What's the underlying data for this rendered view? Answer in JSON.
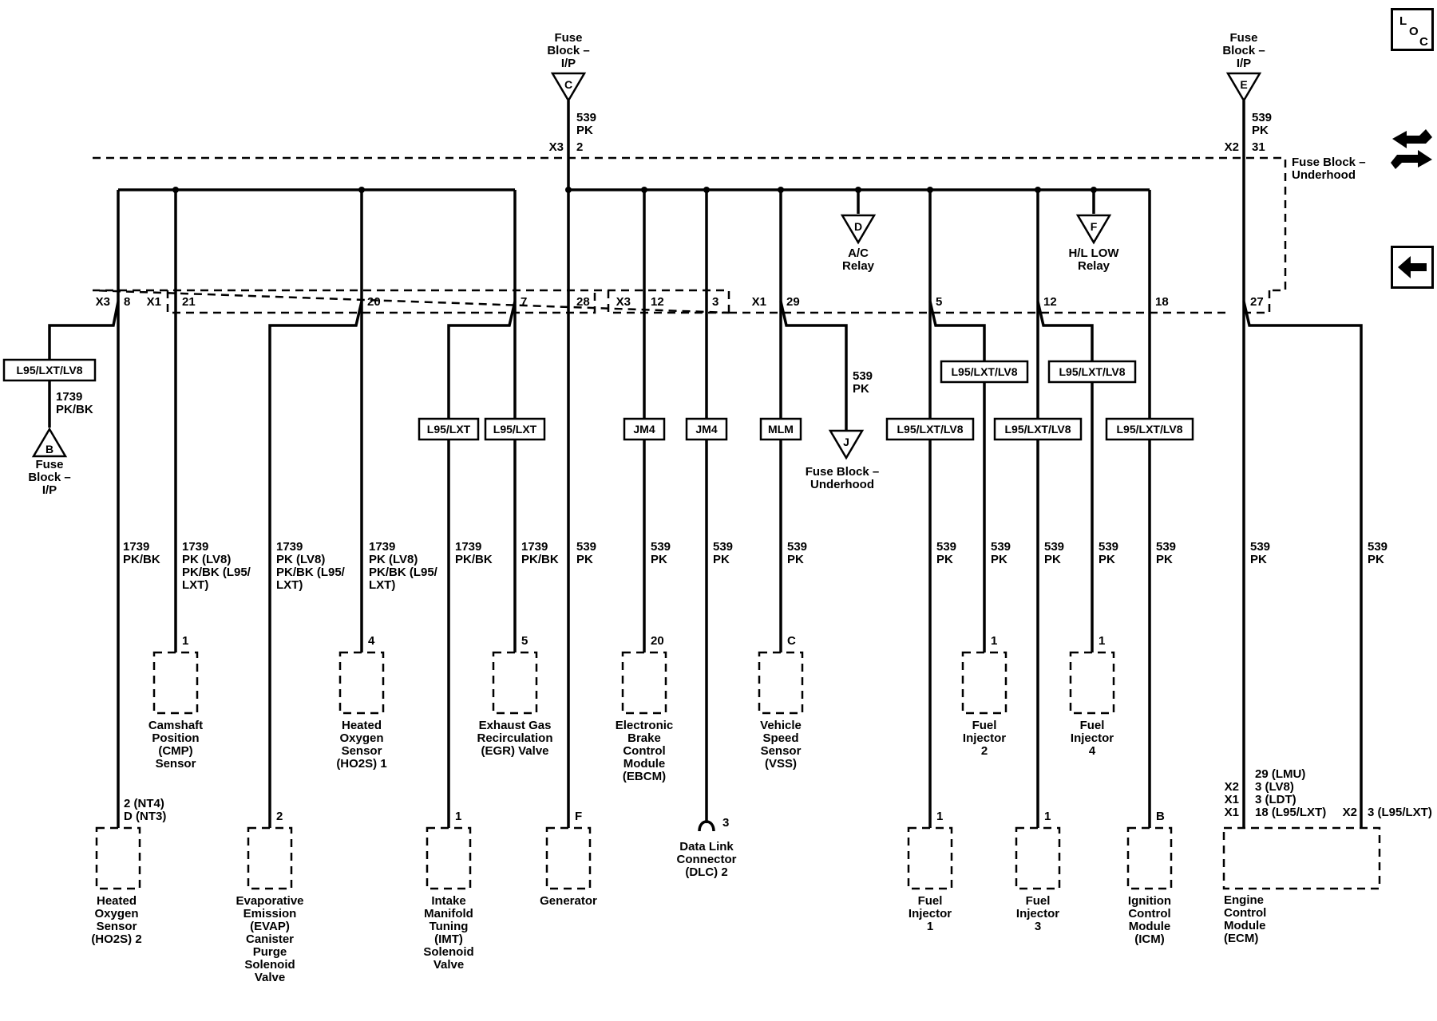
{
  "nav": {
    "loc_letters": [
      "L",
      "O",
      "C"
    ],
    "icons": [
      "locator-view-icon",
      "connector-end-view-icon",
      "back-arrow-icon"
    ]
  },
  "fuse_sources": [
    {
      "id": "c",
      "name_lines": [
        "Fuse",
        "Block –",
        "I/P"
      ],
      "letter": "C",
      "wire": [
        "539",
        "PK"
      ],
      "conn": "X3",
      "pin": "2"
    },
    {
      "id": "e",
      "name_lines": [
        "Fuse",
        "Block –",
        "I/P"
      ],
      "letter": "E",
      "wire": [
        "539",
        "PK"
      ],
      "conn": "X2",
      "pin": "31"
    }
  ],
  "underhood_block": {
    "name_lines": [
      "Fuse Block –",
      "Underhood"
    ],
    "relays": [
      {
        "letter": "D",
        "lines": [
          "A/C",
          "Relay"
        ]
      },
      {
        "letter": "F",
        "lines": [
          "H/L LOW",
          "Relay"
        ]
      }
    ],
    "pin_labels": [
      {
        "id": "x3a",
        "text": "X3"
      },
      {
        "id": "p8",
        "text": "8"
      },
      {
        "id": "x1a",
        "text": "X1"
      },
      {
        "id": "p21",
        "text": "21"
      },
      {
        "id": "p20",
        "text": "20"
      },
      {
        "id": "p7",
        "text": "7"
      },
      {
        "id": "p28",
        "text": "28"
      },
      {
        "id": "x3b",
        "text": "X3"
      },
      {
        "id": "p12a",
        "text": "12"
      },
      {
        "id": "p3",
        "text": "3"
      },
      {
        "id": "x1b",
        "text": "X1"
      },
      {
        "id": "p29",
        "text": "29"
      },
      {
        "id": "p5",
        "text": "5"
      },
      {
        "id": "p12b",
        "text": "12"
      },
      {
        "id": "p18",
        "text": "18"
      },
      {
        "id": "p27",
        "text": "27"
      }
    ]
  },
  "option_boxes": [
    {
      "id": "left",
      "text": "L95/LXT/LV8"
    },
    {
      "id": "imt",
      "text": "L95/LXT"
    },
    {
      "id": "egr",
      "text": "L95/LXT"
    },
    {
      "id": "ebcm",
      "text": "JM4"
    },
    {
      "id": "dlc",
      "text": "JM4"
    },
    {
      "id": "vss",
      "text": "MLM"
    },
    {
      "id": "inj1",
      "text": "L95/LXT/LV8"
    },
    {
      "id": "inj2",
      "text": "L95/LXT/LV8"
    },
    {
      "id": "inj3",
      "text": "L95/LXT/LV8"
    },
    {
      "id": "inj4",
      "text": "L95/LXT/LV8"
    },
    {
      "id": "icm",
      "text": "L95/LXT/LV8"
    }
  ],
  "side_circuits": [
    {
      "id": "b",
      "wire": [
        "1739",
        "PK/BK"
      ],
      "letter": "B",
      "name_lines": [
        "Fuse",
        "Block –",
        "I/P"
      ]
    },
    {
      "id": "j",
      "wire": [
        "539",
        "PK"
      ],
      "letter": "J",
      "name_lines": [
        "Fuse Block –",
        "Underhood"
      ]
    }
  ],
  "wire_labels": [
    {
      "id": "ho2s2",
      "lines": [
        "1739",
        "PK/BK"
      ]
    },
    {
      "id": "cmp",
      "lines": [
        "1739",
        "PK (LV8)",
        "PK/BK (L95/",
        "LXT)"
      ]
    },
    {
      "id": "evap",
      "lines": [
        "1739",
        "PK (LV8)",
        "PK/BK (L95/",
        "LXT)"
      ]
    },
    {
      "id": "ho2s1",
      "lines": [
        "1739",
        "PK (LV8)",
        "PK/BK (L95/",
        "LXT)"
      ]
    },
    {
      "id": "imt",
      "lines": [
        "1739",
        "PK/BK"
      ]
    },
    {
      "id": "egr",
      "lines": [
        "1739",
        "PK/BK"
      ]
    },
    {
      "id": "gen",
      "lines": [
        "539",
        "PK"
      ]
    },
    {
      "id": "ebcm",
      "lines": [
        "539",
        "PK"
      ]
    },
    {
      "id": "dlc",
      "lines": [
        "539",
        "PK"
      ]
    },
    {
      "id": "vss",
      "lines": [
        "539",
        "PK"
      ]
    },
    {
      "id": "inj1",
      "lines": [
        "539",
        "PK"
      ]
    },
    {
      "id": "inj2",
      "lines": [
        "539",
        "PK"
      ]
    },
    {
      "id": "inj3",
      "lines": [
        "539",
        "PK"
      ]
    },
    {
      "id": "inj4",
      "lines": [
        "539",
        "PK"
      ]
    },
    {
      "id": "icm",
      "lines": [
        "539",
        "PK"
      ]
    },
    {
      "id": "ecm1",
      "lines": [
        "539",
        "PK"
      ]
    },
    {
      "id": "ecm2",
      "lines": [
        "539",
        "PK"
      ]
    }
  ],
  "components": [
    {
      "id": "cmp",
      "pin": "1",
      "name_lines": [
        "Camshaft",
        "Position",
        "(CMP)",
        "Sensor"
      ]
    },
    {
      "id": "ho2s1",
      "pin": "4",
      "name_lines": [
        "Heated",
        "Oxygen",
        "Sensor",
        "(HO2S) 1"
      ]
    },
    {
      "id": "egr",
      "pin": "5",
      "name_lines": [
        "Exhaust Gas",
        "Recirculation",
        "(EGR) Valve"
      ]
    },
    {
      "id": "ebcm",
      "pin": "20",
      "name_lines": [
        "Electronic",
        "Brake",
        "Control",
        "Module",
        "(EBCM)"
      ]
    },
    {
      "id": "vss",
      "pin": "C",
      "name_lines": [
        "Vehicle",
        "Speed",
        "Sensor",
        "(VSS)"
      ]
    },
    {
      "id": "inj2",
      "pin": "1",
      "name_lines": [
        "Fuel",
        "Injector",
        "2"
      ]
    },
    {
      "id": "inj4",
      "pin": "1",
      "name_lines": [
        "Fuel",
        "Injector",
        "4"
      ]
    },
    {
      "id": "ho2s2",
      "pin_lines": [
        "2 (NT4)",
        "D (NT3)"
      ],
      "name_lines": [
        "Heated",
        "Oxygen",
        "Sensor",
        "(HO2S) 2"
      ]
    },
    {
      "id": "evap",
      "pin": "2",
      "name_lines": [
        "Evaporative",
        "Emission",
        "(EVAP)",
        "Canister",
        "Purge",
        "Solenoid",
        "Valve"
      ]
    },
    {
      "id": "imt",
      "pin": "1",
      "name_lines": [
        "Intake",
        "Manifold",
        "Tuning",
        "(IMT)",
        "Solenoid",
        "Valve"
      ]
    },
    {
      "id": "gen",
      "pin": "F",
      "name_lines": [
        "Generator"
      ]
    },
    {
      "id": "dlc",
      "pin": "3",
      "name_lines": [
        "Data Link",
        "Connector",
        "(DLC) 2"
      ]
    },
    {
      "id": "inj1",
      "pin": "1",
      "name_lines": [
        "Fuel",
        "Injector",
        "1"
      ]
    },
    {
      "id": "inj3",
      "pin": "1",
      "name_lines": [
        "Fuel",
        "Injector",
        "3"
      ]
    },
    {
      "id": "icm",
      "pin": "B",
      "name_lines": [
        "Ignition",
        "Control",
        "Module",
        "(ICM)"
      ]
    },
    {
      "id": "ecm",
      "pin_lines_left": [
        "29 (LMU)",
        "3 (LV8)",
        "3 (LDT)",
        "18 (L95/LXT)"
      ],
      "conn_lines_left": [
        "X2",
        "X1",
        "X1"
      ],
      "pin_right": "3 (L95/LXT)",
      "conn_right": "X2",
      "name_lines": [
        "Engine",
        "Control",
        "Module",
        "(ECM)"
      ]
    }
  ]
}
